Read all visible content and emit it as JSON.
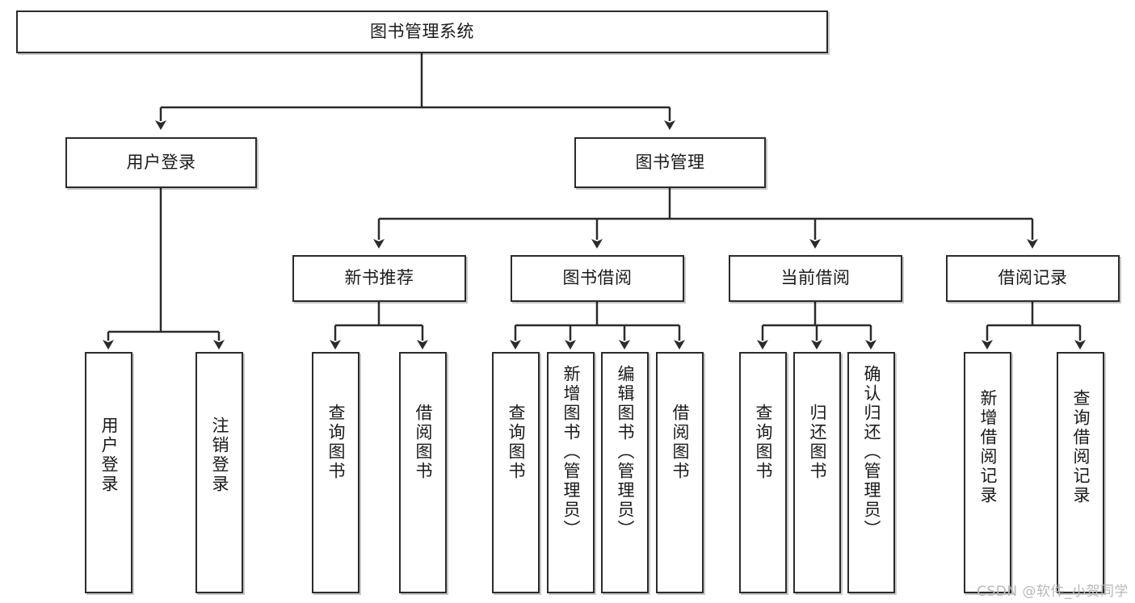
{
  "diagram": {
    "type": "tree-hierarchy",
    "title": "图书管理系统",
    "root": {
      "id": "root",
      "label": "图书管理系统",
      "orientation": "horizontal"
    },
    "level2": [
      {
        "id": "user-login",
        "label": "用户登录",
        "orientation": "horizontal"
      },
      {
        "id": "book-management",
        "label": "图书管理",
        "orientation": "horizontal"
      }
    ],
    "level3": [
      {
        "id": "new-book-recommend",
        "label": "新书推荐",
        "orientation": "horizontal"
      },
      {
        "id": "book-borrow",
        "label": "图书借阅",
        "orientation": "horizontal"
      },
      {
        "id": "current-borrow",
        "label": "当前借阅",
        "orientation": "horizontal"
      },
      {
        "id": "borrow-record",
        "label": "借阅记录",
        "orientation": "horizontal"
      }
    ],
    "leaves": {
      "user_login": [
        {
          "id": "leaf-user-login",
          "label": "用户登录",
          "orientation": "vertical"
        },
        {
          "id": "leaf-logout",
          "label": "注销登录",
          "orientation": "vertical"
        }
      ],
      "new_book_recommend": [
        {
          "id": "leaf-query-book-1",
          "label": "查询图书",
          "orientation": "vertical"
        },
        {
          "id": "leaf-borrow-book-1",
          "label": "借阅图书",
          "orientation": "vertical"
        }
      ],
      "book_borrow": [
        {
          "id": "leaf-query-book-2",
          "label": "查询图书",
          "orientation": "vertical"
        },
        {
          "id": "leaf-add-book",
          "label": "新增图书（管理员）",
          "orientation": "vertical"
        },
        {
          "id": "leaf-edit-book",
          "label": "编辑图书（管理员）",
          "orientation": "vertical"
        },
        {
          "id": "leaf-borrow-book-2",
          "label": "借阅图书",
          "orientation": "vertical"
        }
      ],
      "current_borrow": [
        {
          "id": "leaf-query-book-3",
          "label": "查询图书",
          "orientation": "vertical"
        },
        {
          "id": "leaf-return-book",
          "label": "归还图书",
          "orientation": "vertical"
        },
        {
          "id": "leaf-confirm-return",
          "label": "确认归还（管理员）",
          "orientation": "vertical"
        }
      ],
      "borrow_record": [
        {
          "id": "leaf-add-record",
          "label": "新增借阅记录",
          "orientation": "vertical"
        },
        {
          "id": "leaf-query-record",
          "label": "查询借阅记录",
          "orientation": "vertical"
        }
      ]
    },
    "colors": {
      "stroke": "#2b2b2b",
      "fill": "#ffffff",
      "text": "#1a1a1a",
      "watermark": "#b8b8b8"
    }
  },
  "watermark": {
    "text": "CSDN @软件_小贺同学"
  }
}
